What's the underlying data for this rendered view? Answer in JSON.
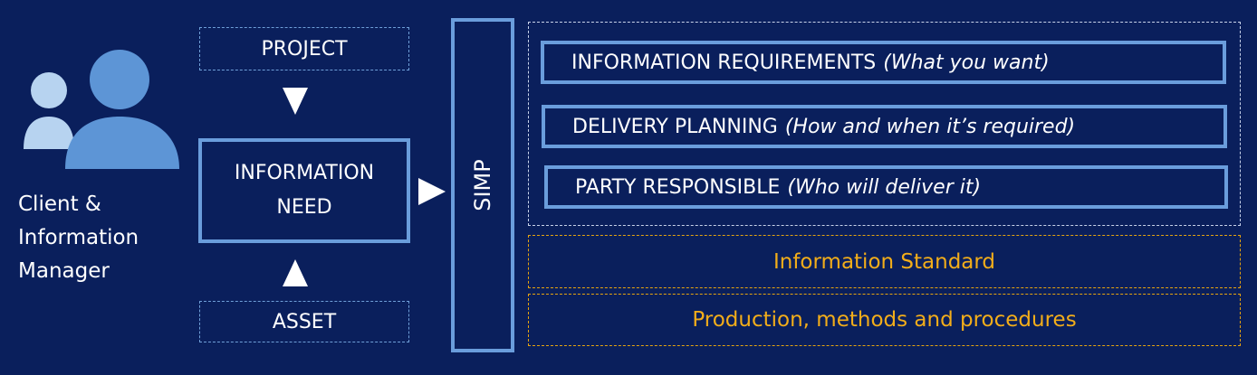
{
  "client": {
    "lines": [
      "Client &",
      "Information",
      "Manager"
    ],
    "icon": "people-icon"
  },
  "flow": {
    "project": "PROJECT",
    "asset": "ASSET",
    "need_lines": [
      "INFORMATION",
      "NEED"
    ],
    "simp": "SIMP"
  },
  "requirements": [
    {
      "label": "INFORMATION REQUIREMENTS",
      "detail": "(What you want)"
    },
    {
      "label": "DELIVERY PLANNING",
      "detail": "(How and when it’s required)"
    },
    {
      "label": "PARTY RESPONSIBLE",
      "detail": "(Who will deliver it)"
    }
  ],
  "foundation": {
    "standard": "Information Standard",
    "production": "Production, methods and procedures"
  },
  "colors": {
    "background": "#0a1f5c",
    "box_border": "#6a9ddc",
    "gold": "#f2ad1a",
    "icon_light": "#b7d3f0",
    "icon_mid": "#5d95d6"
  }
}
